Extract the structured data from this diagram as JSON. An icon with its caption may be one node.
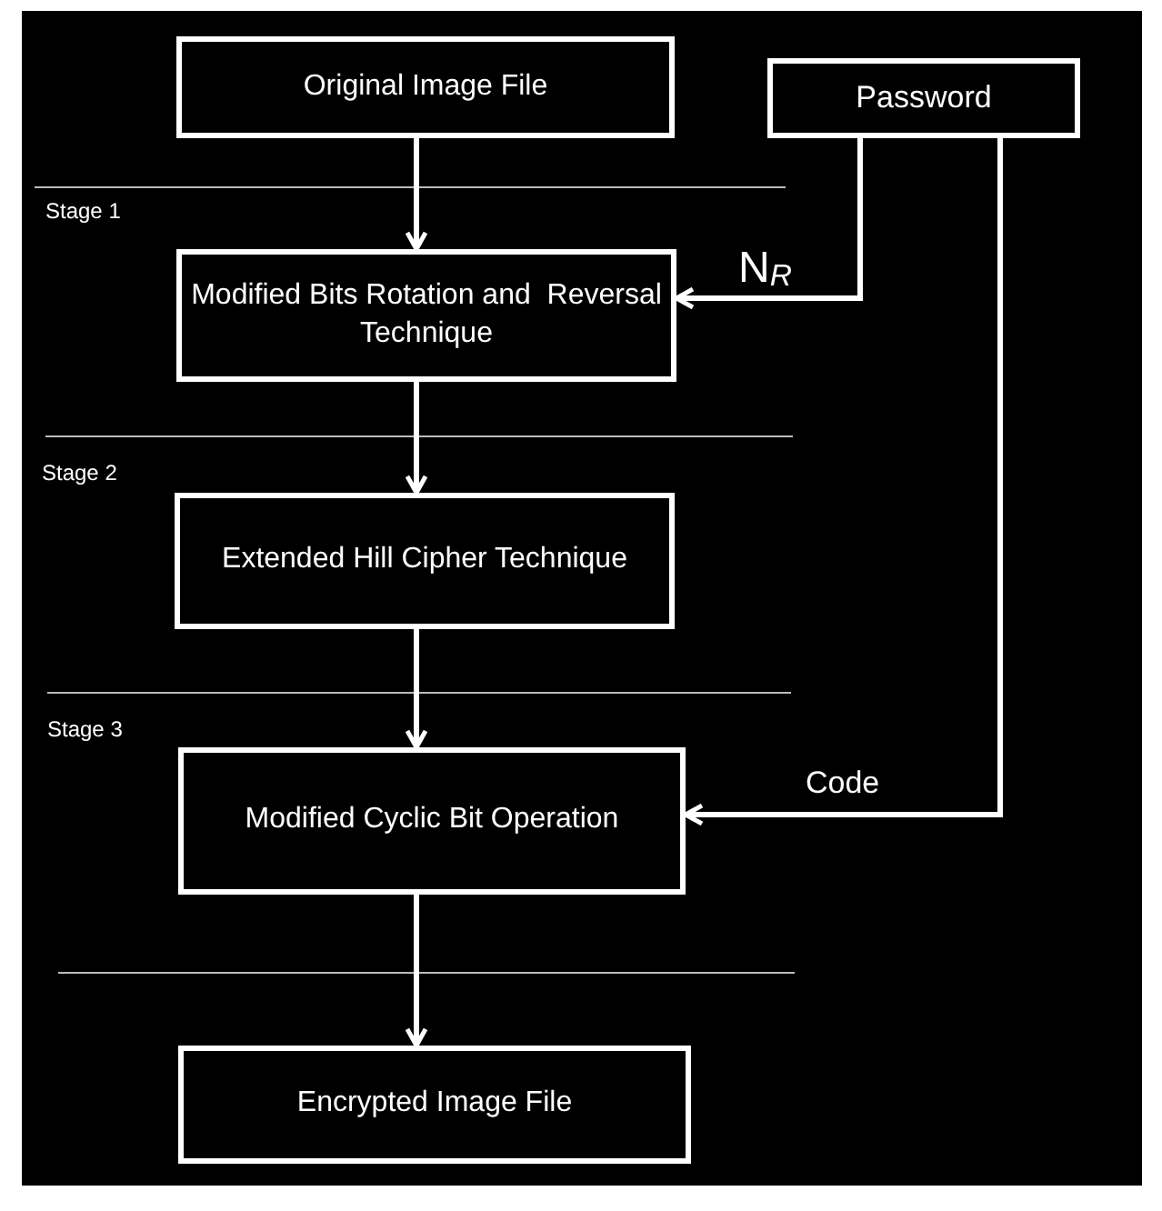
{
  "diagram": {
    "nodes": [
      {
        "text": [
          "Original Image File"
        ]
      },
      {
        "text": [
          "Password"
        ]
      },
      {
        "text": [
          "Modified Bits Rotation and  Reversal Technique"
        ]
      },
      {
        "text": [
          "Extended Hill Cipher Technique"
        ]
      },
      {
        "text": [
          "Modified Cyclic Bit Operation"
        ]
      },
      {
        "text": [
          "Encrypted Image File"
        ]
      }
    ],
    "edges": [
      {
        "from": 0,
        "to": 2,
        "arrow": "to"
      },
      {
        "from": 1,
        "to": 2,
        "arrow": "to",
        "label": "N$_{R}$"
      },
      {
        "from": 2,
        "to": 3,
        "arrow": "to"
      },
      {
        "from": 3,
        "to": 4,
        "arrow": "to"
      },
      {
        "from": 1,
        "to": 4,
        "arrow": "to",
        "label": "Code"
      },
      {
        "from": 4,
        "to": 5,
        "arrow": "to"
      }
    ],
    "labels": [
      "Stage 1",
      "Stage 2",
      "Stage 3"
    ]
  }
}
